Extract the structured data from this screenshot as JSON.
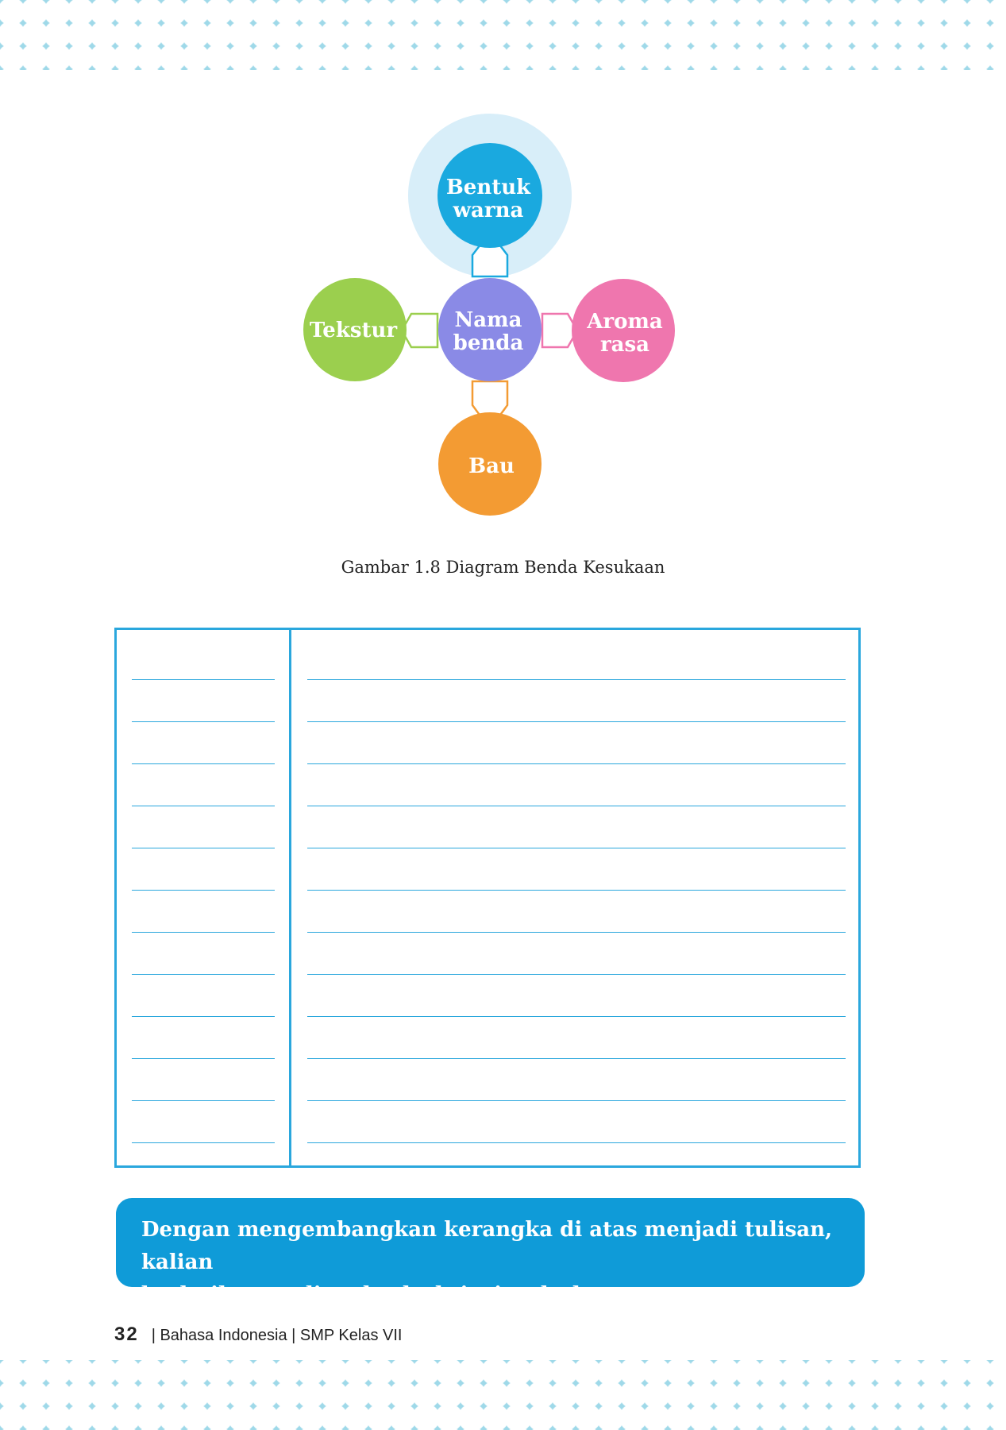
{
  "diagram": {
    "nodes": {
      "center": {
        "lines": [
          "Nama",
          "benda"
        ],
        "color": "#8a8ae6"
      },
      "top": {
        "lines": [
          "Bentuk",
          "warna"
        ],
        "color": "#1aa9df",
        "halo": "#d8eef9"
      },
      "left": {
        "lines": [
          "Tekstur"
        ],
        "color": "#9bcf4e"
      },
      "right": {
        "lines": [
          "Aroma",
          "rasa"
        ],
        "color": "#ef76ae"
      },
      "bottom": {
        "lines": [
          "Bau"
        ],
        "color": "#f39b33"
      }
    },
    "caption": "Gambar 1.8 Diagram Benda Kesukaan"
  },
  "outline_table": {
    "rows": 12,
    "border_color": "#2aa7dd"
  },
  "note": {
    "text_line1": "Dengan mengembangkan kerangka di atas menjadi tulisan, kalian",
    "text_line2": "berlatih menulis teks deskripsi sederhana.",
    "background": "#0f9bd8"
  },
  "footer": {
    "page_number": "32",
    "text": "| Bahasa Indonesia | SMP Kelas VII"
  }
}
